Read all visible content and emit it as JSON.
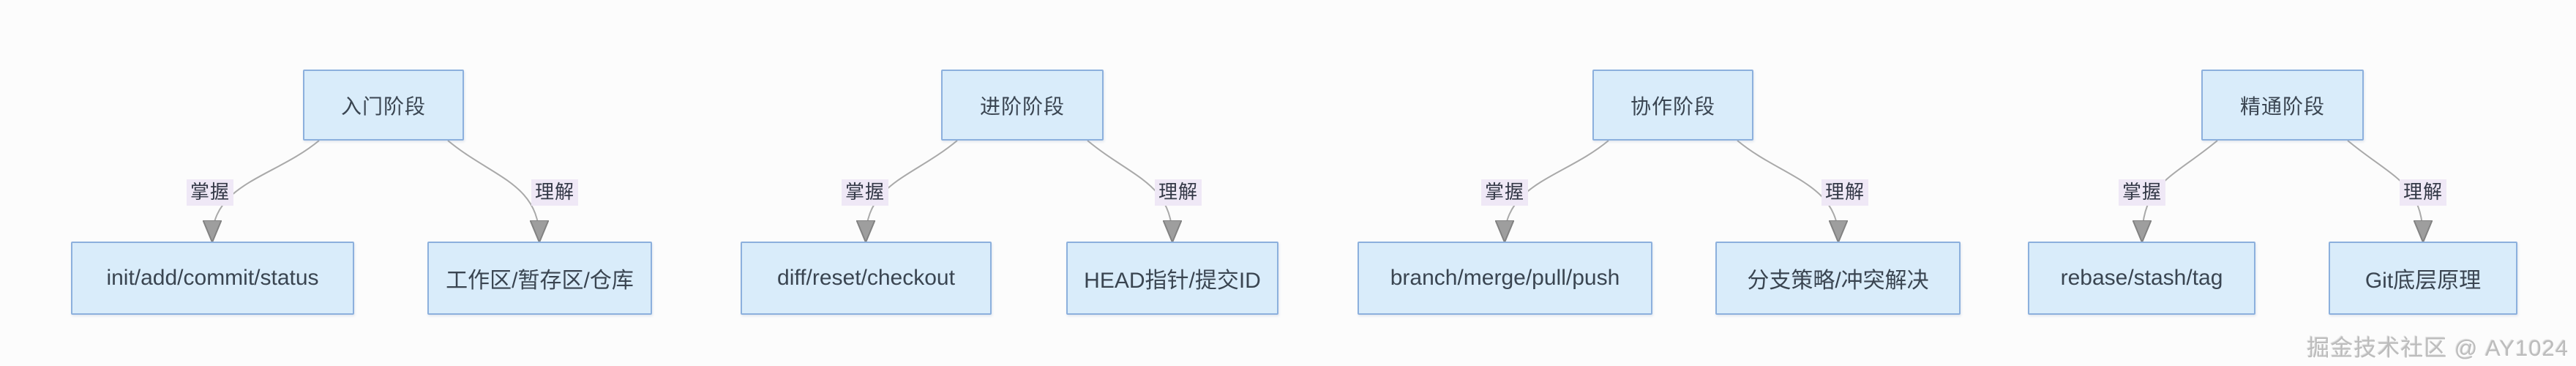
{
  "diagram": {
    "type": "flowchart",
    "trees": [
      {
        "root": "入门阶段",
        "branches": [
          {
            "label": "掌握",
            "target": "init/add/commit/status"
          },
          {
            "label": "理解",
            "target": "工作区/暂存区/仓库"
          }
        ]
      },
      {
        "root": "进阶阶段",
        "branches": [
          {
            "label": "掌握",
            "target": "diff/reset/checkout"
          },
          {
            "label": "理解",
            "target": "HEAD指针/提交ID"
          }
        ]
      },
      {
        "root": "协作阶段",
        "branches": [
          {
            "label": "掌握",
            "target": "branch/merge/pull/push"
          },
          {
            "label": "理解",
            "target": "分支策略/冲突解决"
          }
        ]
      },
      {
        "root": "精通阶段",
        "branches": [
          {
            "label": "掌握",
            "target": "rebase/stash/tag"
          },
          {
            "label": "理解",
            "target": "Git底层原理"
          }
        ]
      }
    ],
    "colors": {
      "node_fill": "#d9ecfa",
      "node_border": "#8cb0dd",
      "node_text": "#3a4551",
      "edge_line": "#a9a9a9",
      "arrowhead": "#9e9e9e",
      "edge_label_bg": "#efe8f6",
      "edge_label_text": "#333846",
      "background": "#fcfcfc",
      "watermark_text_color": "#bcbcbc"
    }
  },
  "watermark": "掘金技术社区 @ AY1024"
}
